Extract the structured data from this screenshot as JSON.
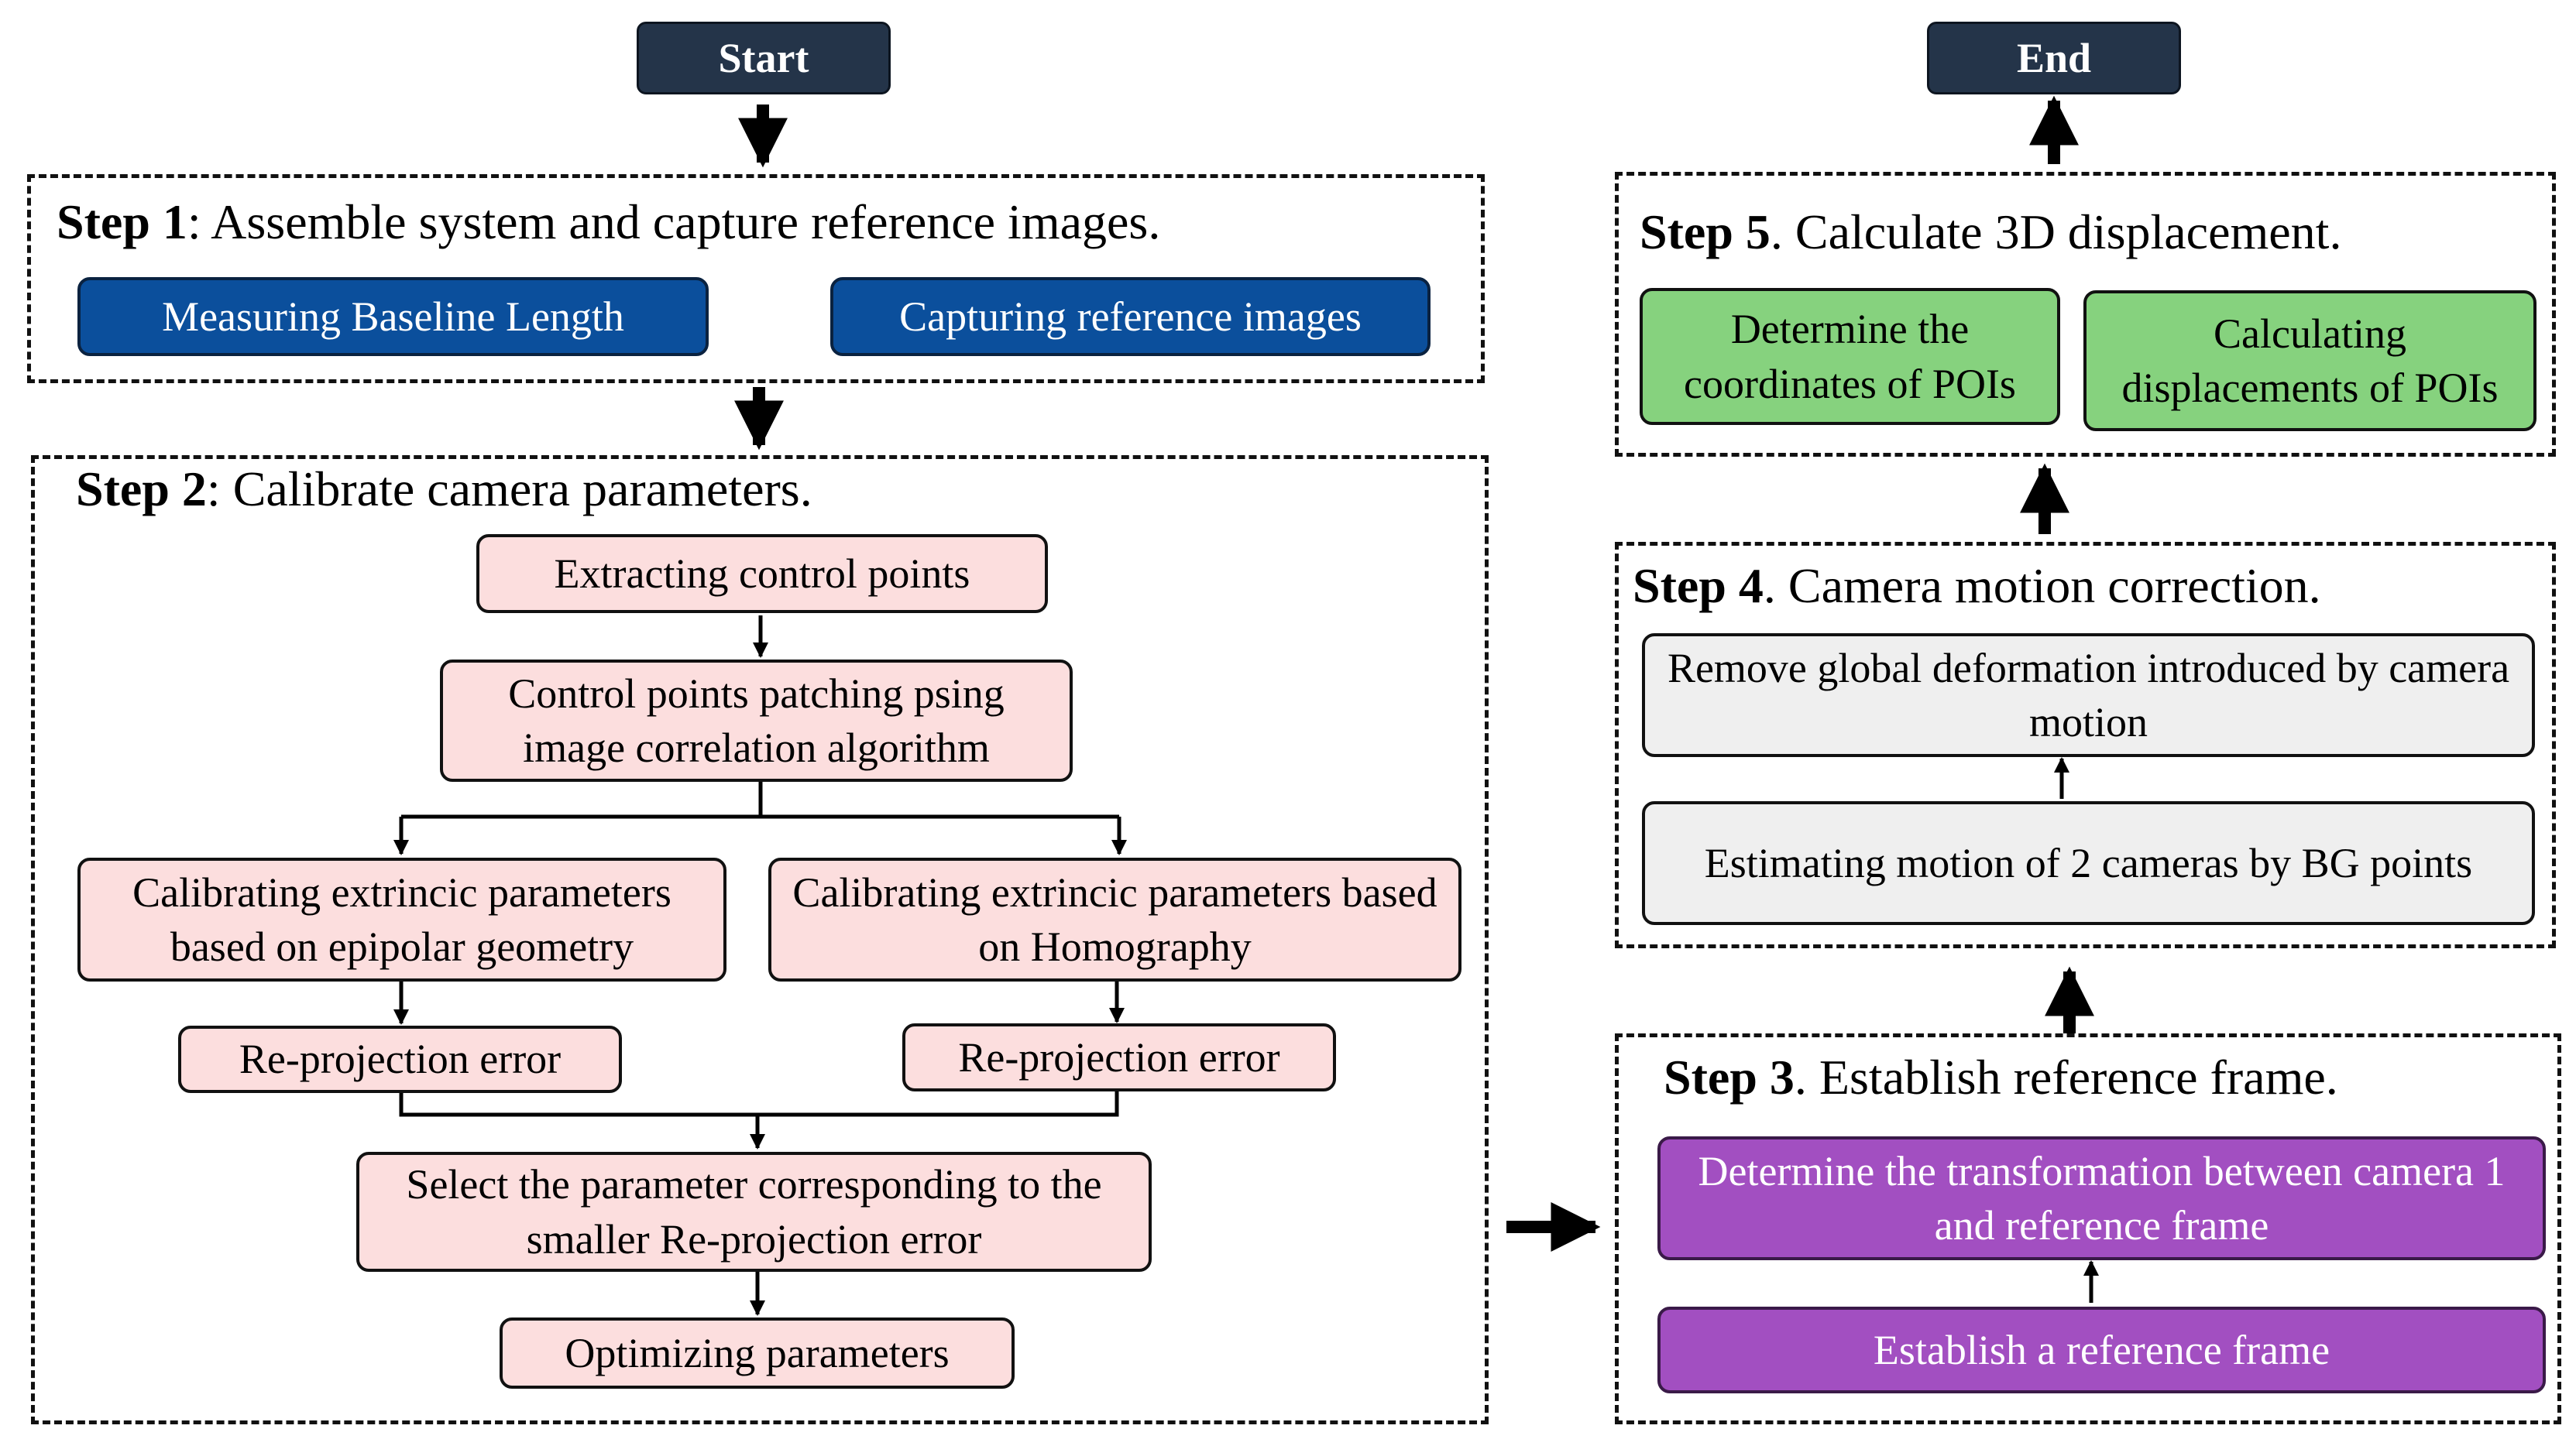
{
  "start": "Start",
  "end": "End",
  "step1": {
    "num": "Step 1",
    "text": ": Assemble system and capture reference images.",
    "boxes": [
      "Measuring Baseline Length",
      "Capturing reference images"
    ]
  },
  "step2": {
    "num": "Step 2",
    "text": ": Calibrate camera parameters.",
    "extract": "Extracting control points",
    "patching": "Control points patching psing image correlation algorithm",
    "calib_epipolar": "Calibrating extrincic parameters based on epipolar geometry",
    "calib_homography": "Calibrating extrincic parameters based on Homography",
    "reproj_left": "Re-projection error",
    "reproj_right": "Re-projection error",
    "select": "Select the parameter corresponding to the smaller Re-projection error",
    "optimize": "Optimizing parameters"
  },
  "step3": {
    "num": "Step 3",
    "text": ". Establish reference frame.",
    "transform": "Determine the transformation between camera 1 and reference frame",
    "establish": "Establish a reference frame"
  },
  "step4": {
    "num": "Step 4",
    "text": ". Camera motion correction.",
    "remove": "Remove global deformation introduced by camera motion",
    "estimate": "Estimating motion of 2 cameras by BG points"
  },
  "step5": {
    "num": "Step 5",
    "text": ". Calculate 3D displacement.",
    "coords": "Determine the coordinates of POIs",
    "displacements": "Calculating displacements of POIs"
  },
  "colors": {
    "terminal": "#243449",
    "blue": "#0b4f9c",
    "pink": "#fcdede",
    "green": "#86d27e",
    "gray": "#efefef",
    "purple": "#a24fc1"
  }
}
